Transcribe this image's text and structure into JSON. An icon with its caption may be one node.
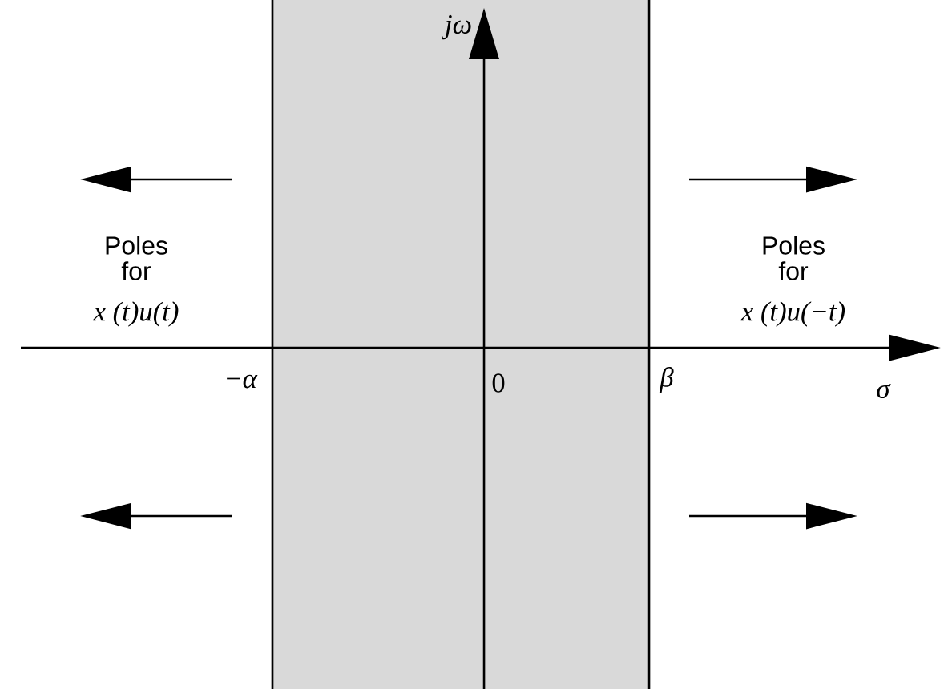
{
  "diagram": {
    "labels": [
      "jω",
      "Poles for",
      "x (t)u(t)",
      "Poles for",
      "x (t)u(−t)",
      "−α",
      "0",
      "β",
      "σ"
    ]
  }
}
